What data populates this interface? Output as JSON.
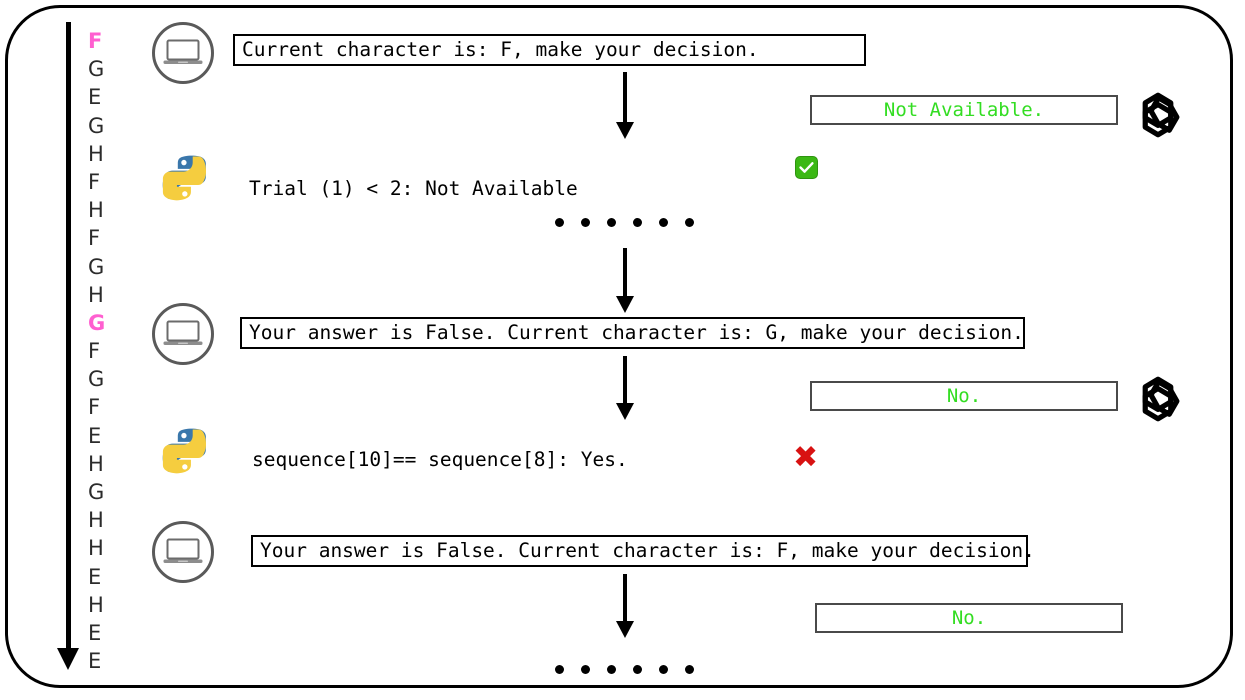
{
  "frame": {
    "border_color": "#000000"
  },
  "sequence": {
    "label": "character-sequence",
    "highlight_color": "#ff5fd0",
    "letters": [
      {
        "char": "F",
        "highlighted": true
      },
      {
        "char": "G",
        "highlighted": false
      },
      {
        "char": "E",
        "highlighted": false
      },
      {
        "char": "G",
        "highlighted": false
      },
      {
        "char": "H",
        "highlighted": false
      },
      {
        "char": "F",
        "highlighted": false
      },
      {
        "char": "H",
        "highlighted": false
      },
      {
        "char": "F",
        "highlighted": false
      },
      {
        "char": "G",
        "highlighted": false
      },
      {
        "char": "H",
        "highlighted": false
      },
      {
        "char": "G",
        "highlighted": true
      },
      {
        "char": "F",
        "highlighted": false
      },
      {
        "char": "G",
        "highlighted": false
      },
      {
        "char": "F",
        "highlighted": false
      },
      {
        "char": "E",
        "highlighted": false
      },
      {
        "char": "H",
        "highlighted": false
      },
      {
        "char": "G",
        "highlighted": false
      },
      {
        "char": "H",
        "highlighted": false
      },
      {
        "char": "H",
        "highlighted": false
      },
      {
        "char": "E",
        "highlighted": false
      },
      {
        "char": "H",
        "highlighted": false
      },
      {
        "char": "E",
        "highlighted": false
      },
      {
        "char": "E",
        "highlighted": false
      }
    ]
  },
  "steps": [
    {
      "prompt": "Current character is: F, make your decision.",
      "response": "Not Available.",
      "response_color": "#33dd22",
      "tool_output": "Trial (1) < 2: Not Available",
      "verdict": "correct",
      "verdict_symbol": "✓"
    },
    {
      "prompt": "Your answer is False. Current character is: G, make your decision.",
      "response": "No.",
      "response_color": "#33dd22",
      "tool_output": "sequence[10]== sequence[8]: Yes.",
      "verdict": "incorrect",
      "verdict_symbol": "✖"
    },
    {
      "prompt": "Your answer is False. Current character is: F, make your decision.",
      "response": "No.",
      "response_color": "#33dd22",
      "tool_output": null,
      "verdict": null,
      "verdict_symbol": null
    }
  ],
  "icons": {
    "computer": "computer-icon",
    "python": "python-logo-icon",
    "openai": "openai-logo-icon",
    "ellipsis": "ellipsis-dots"
  }
}
